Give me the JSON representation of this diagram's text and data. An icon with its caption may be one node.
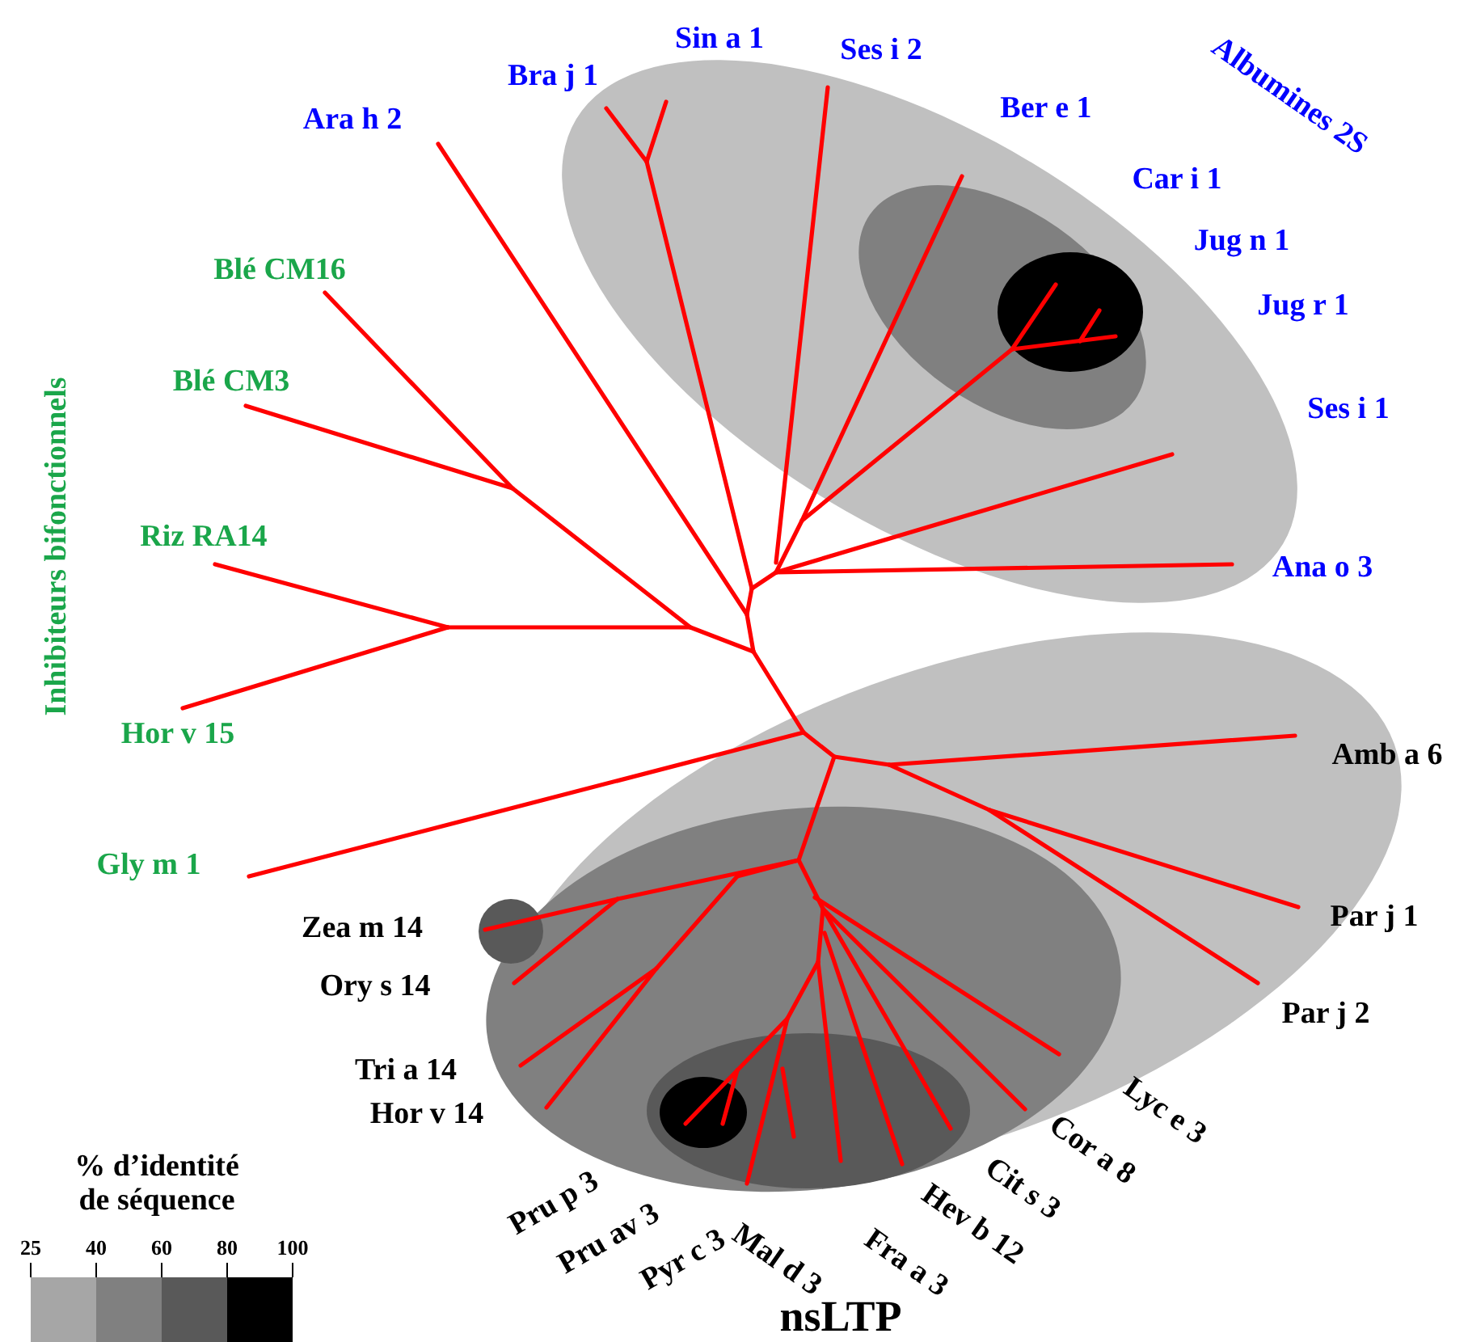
{
  "diagram": {
    "title": "nsLTP",
    "labels": [
      "Sin a 1",
      "Ses i 2",
      "Bra j 1",
      "Ber e 1",
      "Albumines 2S",
      "Ara h 2",
      "Car i 1",
      "Jug n 1",
      "Jug r 1",
      "Blé CM16",
      "Blé CM3",
      "Inhibiteurs bifonctionnels",
      "Ses i 1",
      "Riz RA14",
      "Ana o 3",
      "Hor v 15",
      "Amb a 6",
      "Gly m 1",
      "Zea m 14",
      "Par j 1",
      "Ory s 14",
      "Par j 2",
      "Tri a 14",
      "Hor v 14",
      "Lyc e 3",
      "Cor a 8",
      "% d’identité de séquence",
      "Pru p 3",
      "Cit s 3",
      "Pru av 3",
      "Hev b 12",
      "Pyr c 3",
      "Mal d 3",
      "Fra a 3",
      "25",
      "40",
      "60",
      "80",
      "100"
    ]
  }
}
